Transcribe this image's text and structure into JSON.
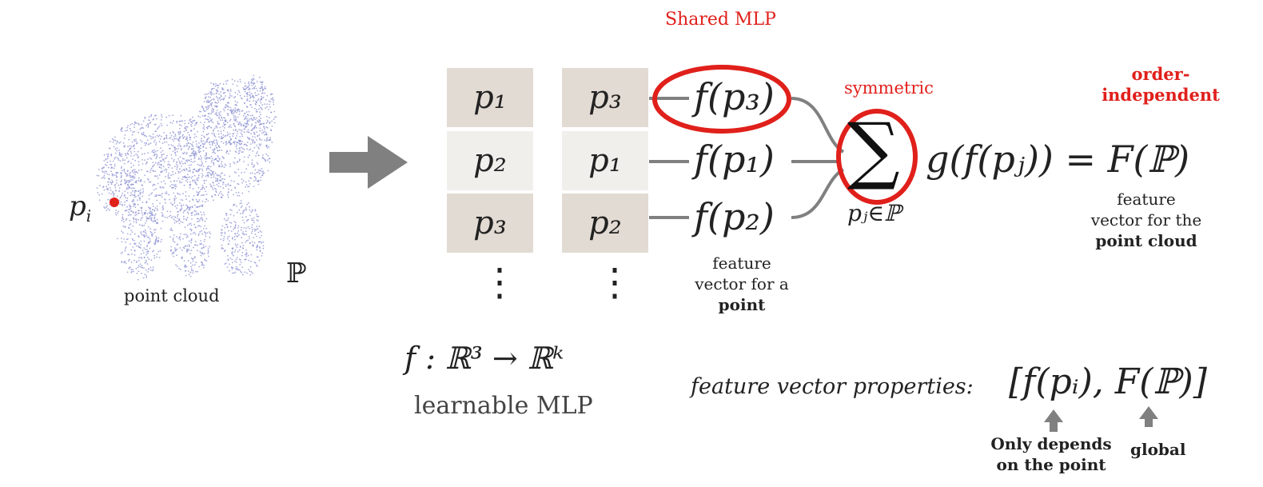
{
  "labels": {
    "shared_mlp": "Shared MLP",
    "symmetric": "symmetric",
    "order_independent_1": "order-",
    "order_independent_2": "independent",
    "point_cloud": "point cloud",
    "p_i": "p",
    "p_i_sub": "i",
    "set_symbol": "ℙ",
    "learnable_mlp": "learnable MLP",
    "mlp_signature": "f : ℝ³ → ℝᵏ",
    "feature_point_1": "feature",
    "feature_point_2": "vector for a",
    "feature_point_3": "point",
    "feature_cloud_1": "feature",
    "feature_cloud_2": "vector for the",
    "feature_cloud_3": "point cloud",
    "properties": "feature vector properties:",
    "properties_formula": "[f(pᵢ), F(ℙ)]",
    "only_depends_1": "Only depends",
    "only_depends_2": "on  the point",
    "global": "global",
    "sum_symbol": "∑",
    "sum_sub": "pⱼ∈ℙ",
    "aggregate_formula": "g(f(pⱼ)) = F(ℙ)"
  },
  "column_a": [
    "p₁",
    "p₂",
    "p₃"
  ],
  "column_b": [
    "p₃",
    "p₁",
    "p₂"
  ],
  "features": [
    "f(p₃)",
    "f(p₁)",
    "f(p₂)"
  ],
  "ellipsis": "⋮",
  "colors": {
    "accent_red": "#e0201b",
    "arrow_gray": "#808080",
    "cloud_blue": "#8a8fd0",
    "cell_dark": "#e2dbd3",
    "cell_light": "#f1efec"
  }
}
